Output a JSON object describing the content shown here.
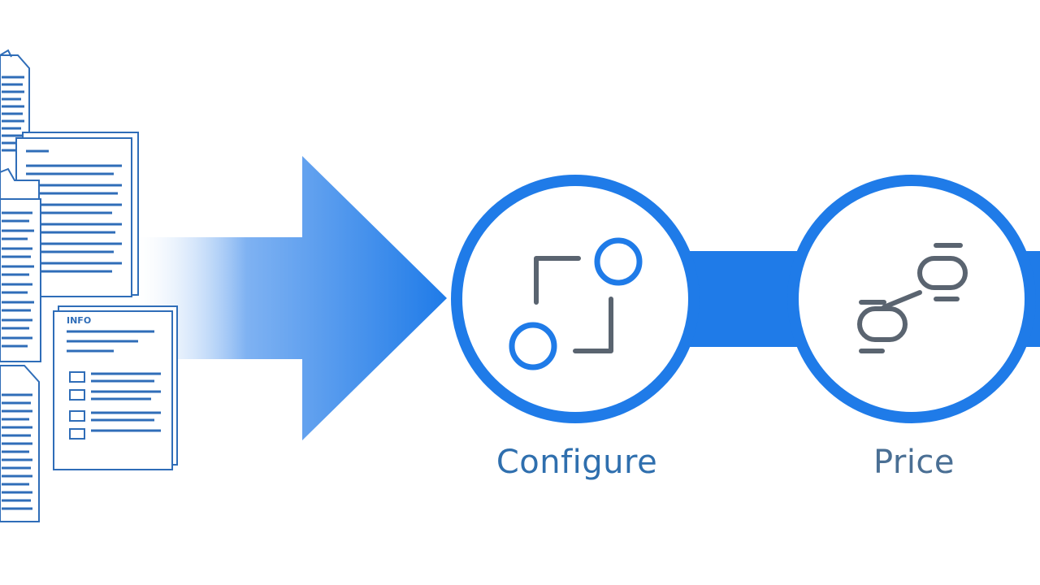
{
  "colors": {
    "primary": "#1f7be8",
    "doc_line": "#2f6db8",
    "icon_gray": "#5a6470",
    "configure_text": "#2f6fae",
    "price_text": "#4a6f94"
  },
  "steps": [
    {
      "label": "Configure",
      "icon": "configure-nodes-icon"
    },
    {
      "label": "Price",
      "icon": "price-links-icon"
    }
  ],
  "documents": {
    "icon": "document-stack-icon",
    "header_text": "INFO"
  },
  "flow": {
    "icon": "arrow-right-icon"
  }
}
